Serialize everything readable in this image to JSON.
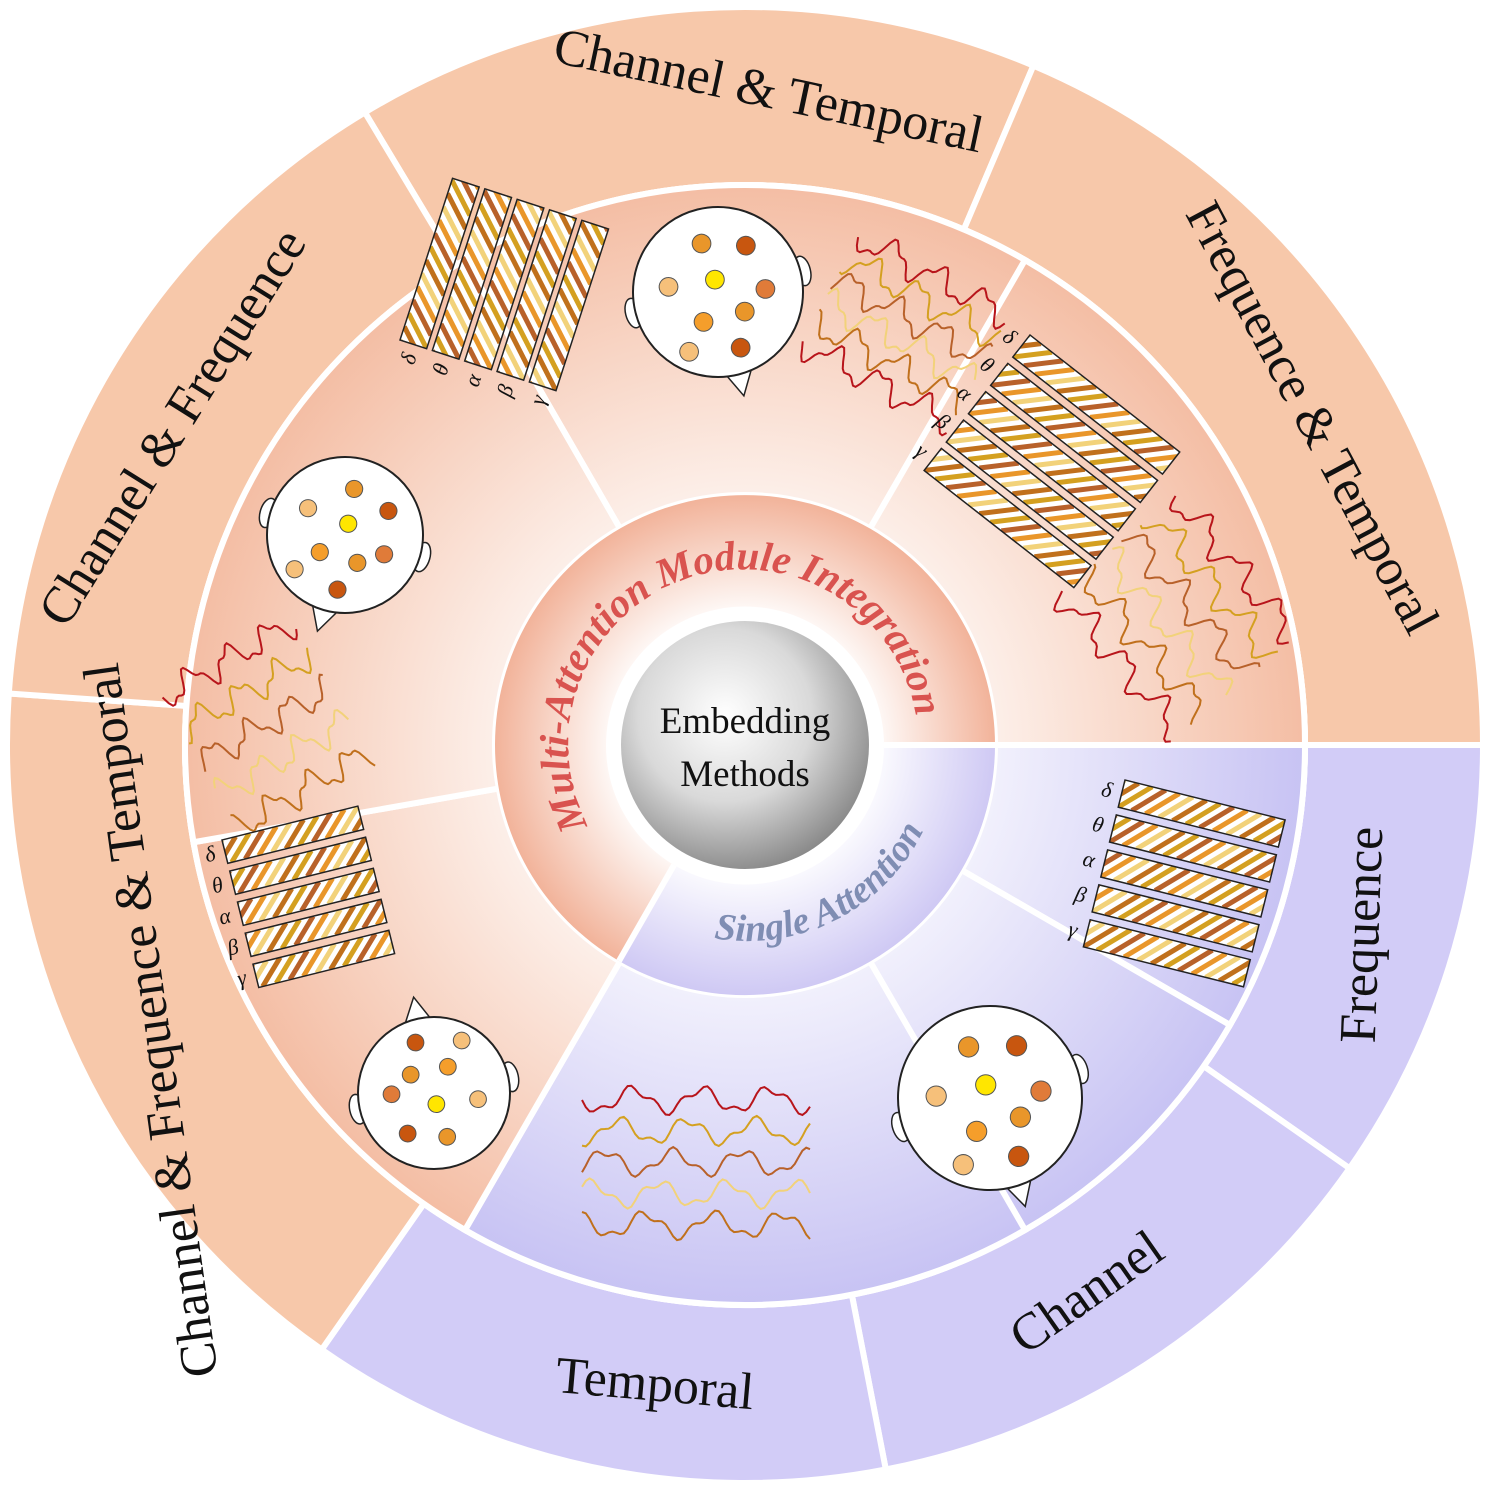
{
  "center": {
    "line1": "Embedding",
    "line2": "Methods"
  },
  "middle_ring": {
    "multi_label": "Multi-Attention Module Integration",
    "single_label": "Single Attention"
  },
  "segments": [
    {
      "id": "channel-temporal",
      "group": "multi",
      "label": "Channel & Temporal",
      "icons": [
        "head",
        "waves"
      ]
    },
    {
      "id": "frequence-temporal",
      "group": "multi",
      "label": "Frequence & Temporal",
      "icons": [
        "bands",
        "waves"
      ]
    },
    {
      "id": "frequence",
      "group": "single",
      "label": "Frequence",
      "icons": [
        "bands"
      ]
    },
    {
      "id": "channel",
      "group": "single",
      "label": "Channel",
      "icons": [
        "head"
      ]
    },
    {
      "id": "temporal",
      "group": "single",
      "label": "Temporal",
      "icons": [
        "waves"
      ]
    },
    {
      "id": "channel-frequence-temporal",
      "group": "multi",
      "label": "Channel & Frequence & Temporal",
      "icons": [
        "waves",
        "bands",
        "head"
      ]
    },
    {
      "id": "channel-frequence",
      "group": "multi",
      "label": "Channel & Frequence",
      "icons": [
        "bands",
        "head"
      ]
    }
  ],
  "band_symbols": [
    "δ",
    "θ",
    "α",
    "β",
    "γ"
  ],
  "colors": {
    "multi_outer": "#f7c8aa",
    "multi_mid": "#f2b39a",
    "single_outer": "#d2ccf7",
    "single_mid": "#d6d1f5",
    "multi_text": "#d9534f",
    "single_text": "#7f8db3",
    "electrode_palette": [
      "#e9962a",
      "#c8560f",
      "#f6c07a",
      "#ffe600",
      "#e07b39",
      "#f59e2b"
    ],
    "wave_palette": [
      "#b8151b",
      "#d4a020",
      "#b8612a",
      "#f2d27a",
      "#c0701c"
    ]
  }
}
